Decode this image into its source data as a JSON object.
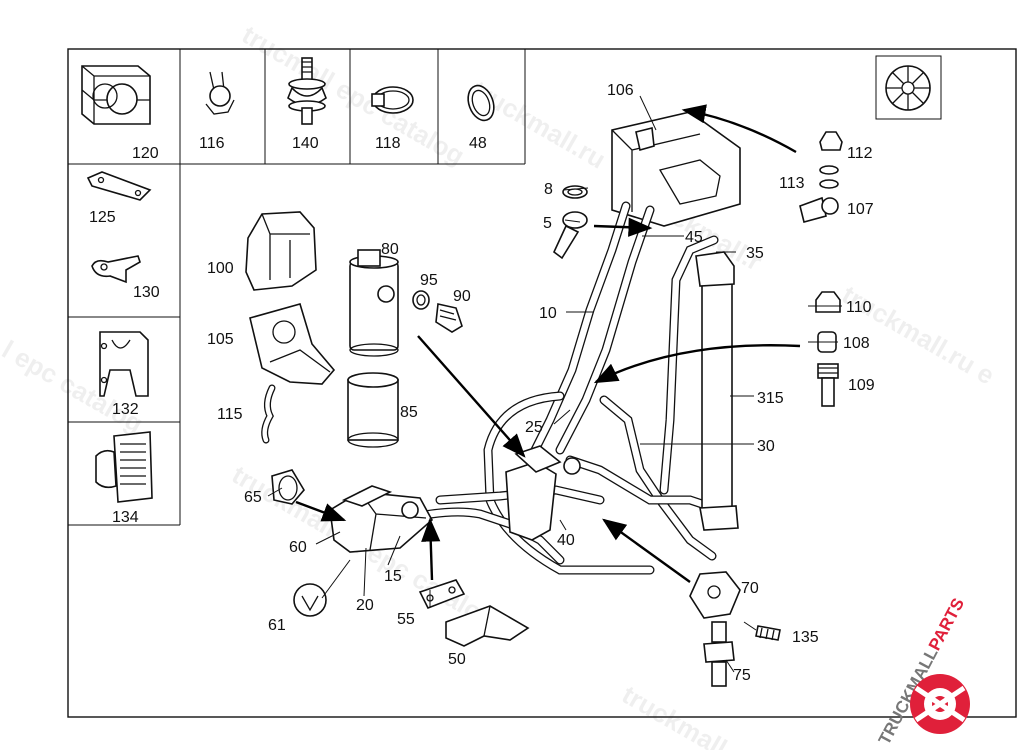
{
  "watermark": {
    "lines": [
      "trucmall epc catalog",
      "truckmall.ru",
      "truckmall.ru e",
      "l epc catalog",
      "truckmall.r",
      "truckmall.ru epc catalog",
      "truckmall.ru"
    ]
  },
  "brand": {
    "text_dark": "TRUCKMALL",
    "text_accent": "PARTS",
    "accent_color": "#e0203a"
  },
  "labels": {
    "p120": "120",
    "p116": "116",
    "p140": "140",
    "p118": "118",
    "p48": "48",
    "p125": "125",
    "p130": "130",
    "p132": "132",
    "p134": "134",
    "p100": "100",
    "p105": "105",
    "p115": "115",
    "p80": "80",
    "p95": "95",
    "p90": "90",
    "p85": "85",
    "p106": "106",
    "p112": "112",
    "p113": "113",
    "p107": "107",
    "p8": "8",
    "p5": "5",
    "p45": "45",
    "p35": "35",
    "p10": "10",
    "p110": "110",
    "p108": "108",
    "p109": "109",
    "p315": "315",
    "p25": "25",
    "p30": "30",
    "p40": "40",
    "p65": "65",
    "p60": "60",
    "p15": "15",
    "p20": "20",
    "p61": "61",
    "p55": "55",
    "p50": "50",
    "p70": "70",
    "p135": "135",
    "p75": "75"
  }
}
